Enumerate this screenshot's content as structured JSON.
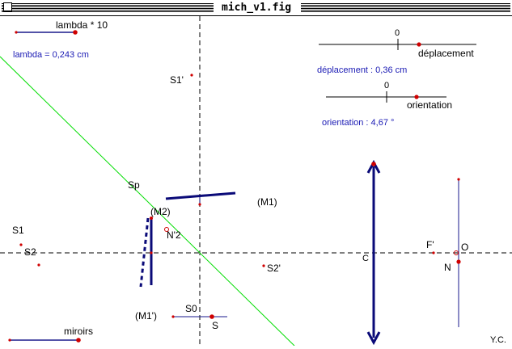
{
  "window": {
    "title": "mich_v1.fig"
  },
  "figure": {
    "lambda_slider_label": "lambda * 10",
    "lambda_readout": "lambda = 0,243 cm",
    "displacement_zero": "0",
    "displacement_slider_label": "déplacement",
    "displacement_readout": "déplacement : 0,36 cm",
    "orientation_zero": "0",
    "orientation_slider_label": "orientation",
    "orientation_readout": "orientation : 4,67 °",
    "label_S1_prime": "S1'",
    "label_Sp": "Sp",
    "label_M1": "(M1)",
    "label_M2": "(M2)",
    "label_N2": "N'2",
    "label_S1": "S1",
    "label_S2": "S2",
    "label_S2_prime": "S2'",
    "label_M1_prime": "(M1')",
    "label_S0": "S0",
    "label_S": "S",
    "label_mirrors_slider": "miroirs",
    "label_C": "C",
    "label_F_prime": "F'",
    "label_O": "O",
    "label_N": "N",
    "credit": "Y.C."
  },
  "colors": {
    "axis": "#000000",
    "point": "#d00000",
    "beam": "#00dd00",
    "optics": "#0a0a78",
    "readout": "#1a1ab4",
    "slider": "#1a1a8c"
  }
}
